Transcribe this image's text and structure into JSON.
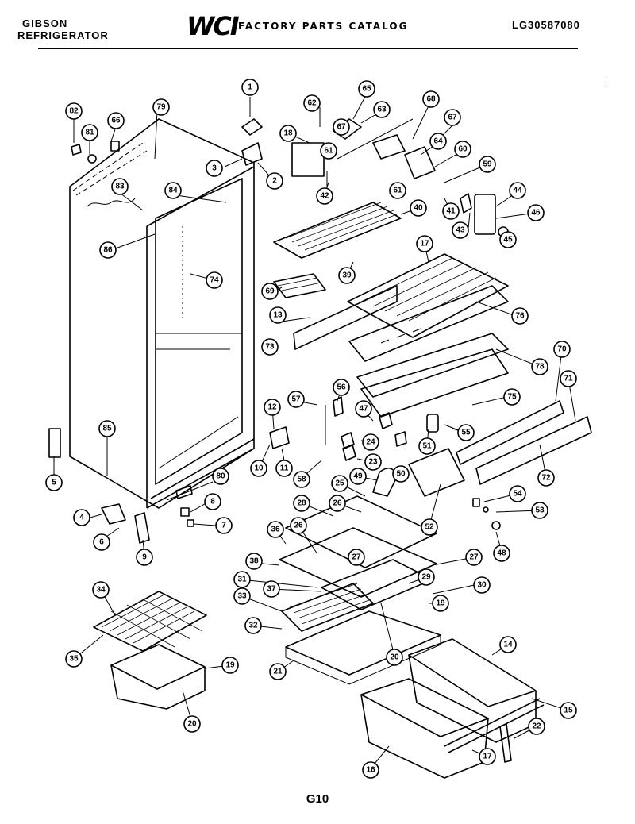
{
  "header": {
    "brand_line1": "GIBSON",
    "brand_line2": "REFRIGERATOR",
    "logo": "WCI",
    "catalog_title": "FACTORY PARTS CATALOG",
    "model_number": "LG30587080"
  },
  "footer": {
    "page_code": "G10"
  },
  "callouts": [
    {
      "id": "c1",
      "label": "1"
    },
    {
      "id": "c2",
      "label": "2"
    },
    {
      "id": "c3",
      "label": "3"
    },
    {
      "id": "c4",
      "label": "4"
    },
    {
      "id": "c5",
      "label": "5"
    },
    {
      "id": "c6",
      "label": "6"
    },
    {
      "id": "c7",
      "label": "7"
    },
    {
      "id": "c8",
      "label": "8"
    },
    {
      "id": "c9",
      "label": "9"
    },
    {
      "id": "c10",
      "label": "10"
    },
    {
      "id": "c11",
      "label": "11"
    },
    {
      "id": "c12",
      "label": "12"
    },
    {
      "id": "c13",
      "label": "13"
    },
    {
      "id": "c14",
      "label": "14"
    },
    {
      "id": "c15",
      "label": "15"
    },
    {
      "id": "c16",
      "label": "16"
    },
    {
      "id": "c17a",
      "label": "17"
    },
    {
      "id": "c17b",
      "label": "17"
    },
    {
      "id": "c18",
      "label": "18"
    },
    {
      "id": "c19a",
      "label": "19"
    },
    {
      "id": "c19b",
      "label": "19"
    },
    {
      "id": "c20a",
      "label": "20"
    },
    {
      "id": "c20b",
      "label": "20"
    },
    {
      "id": "c21",
      "label": "21"
    },
    {
      "id": "c22",
      "label": "22"
    },
    {
      "id": "c23",
      "label": "23"
    },
    {
      "id": "c24",
      "label": "24"
    },
    {
      "id": "c25",
      "label": "25"
    },
    {
      "id": "c26a",
      "label": "26"
    },
    {
      "id": "c26b",
      "label": "26"
    },
    {
      "id": "c27a",
      "label": "27"
    },
    {
      "id": "c27b",
      "label": "27"
    },
    {
      "id": "c28",
      "label": "28"
    },
    {
      "id": "c29",
      "label": "29"
    },
    {
      "id": "c30",
      "label": "30"
    },
    {
      "id": "c31",
      "label": "31"
    },
    {
      "id": "c32",
      "label": "32"
    },
    {
      "id": "c33",
      "label": "33"
    },
    {
      "id": "c34",
      "label": "34"
    },
    {
      "id": "c35",
      "label": "35"
    },
    {
      "id": "c36",
      "label": "36"
    },
    {
      "id": "c37",
      "label": "37"
    },
    {
      "id": "c38",
      "label": "38"
    },
    {
      "id": "c39",
      "label": "39"
    },
    {
      "id": "c40",
      "label": "40"
    },
    {
      "id": "c41",
      "label": "41"
    },
    {
      "id": "c42",
      "label": "42"
    },
    {
      "id": "c43",
      "label": "43"
    },
    {
      "id": "c44",
      "label": "44"
    },
    {
      "id": "c45",
      "label": "45"
    },
    {
      "id": "c46",
      "label": "46"
    },
    {
      "id": "c47",
      "label": "47"
    },
    {
      "id": "c48",
      "label": "48"
    },
    {
      "id": "c49",
      "label": "49"
    },
    {
      "id": "c50",
      "label": "50"
    },
    {
      "id": "c51",
      "label": "51"
    },
    {
      "id": "c52",
      "label": "52"
    },
    {
      "id": "c53",
      "label": "53"
    },
    {
      "id": "c54",
      "label": "54"
    },
    {
      "id": "c55",
      "label": "55"
    },
    {
      "id": "c56",
      "label": "56"
    },
    {
      "id": "c57",
      "label": "57"
    },
    {
      "id": "c58",
      "label": "58"
    },
    {
      "id": "c59",
      "label": "59"
    },
    {
      "id": "c60",
      "label": "60"
    },
    {
      "id": "c61a",
      "label": "61"
    },
    {
      "id": "c61b",
      "label": "61"
    },
    {
      "id": "c62",
      "label": "62"
    },
    {
      "id": "c63",
      "label": "63"
    },
    {
      "id": "c64",
      "label": "64"
    },
    {
      "id": "c65",
      "label": "65"
    },
    {
      "id": "c66",
      "label": "66"
    },
    {
      "id": "c67a",
      "label": "67"
    },
    {
      "id": "c67b",
      "label": "67"
    },
    {
      "id": "c68",
      "label": "68"
    },
    {
      "id": "c69",
      "label": "69"
    },
    {
      "id": "c70",
      "label": "70"
    },
    {
      "id": "c71",
      "label": "71"
    },
    {
      "id": "c72",
      "label": "72"
    },
    {
      "id": "c73",
      "label": "73"
    },
    {
      "id": "c74",
      "label": "74"
    },
    {
      "id": "c75",
      "label": "75"
    },
    {
      "id": "c76",
      "label": "76"
    },
    {
      "id": "c78",
      "label": "78"
    },
    {
      "id": "c79",
      "label": "79"
    },
    {
      "id": "c80",
      "label": "80"
    },
    {
      "id": "c81",
      "label": "81"
    },
    {
      "id": "c82",
      "label": "82"
    },
    {
      "id": "c83",
      "label": "83"
    },
    {
      "id": "c84",
      "label": "84"
    },
    {
      "id": "c85",
      "label": "85"
    },
    {
      "id": "c86",
      "label": "86"
    }
  ]
}
